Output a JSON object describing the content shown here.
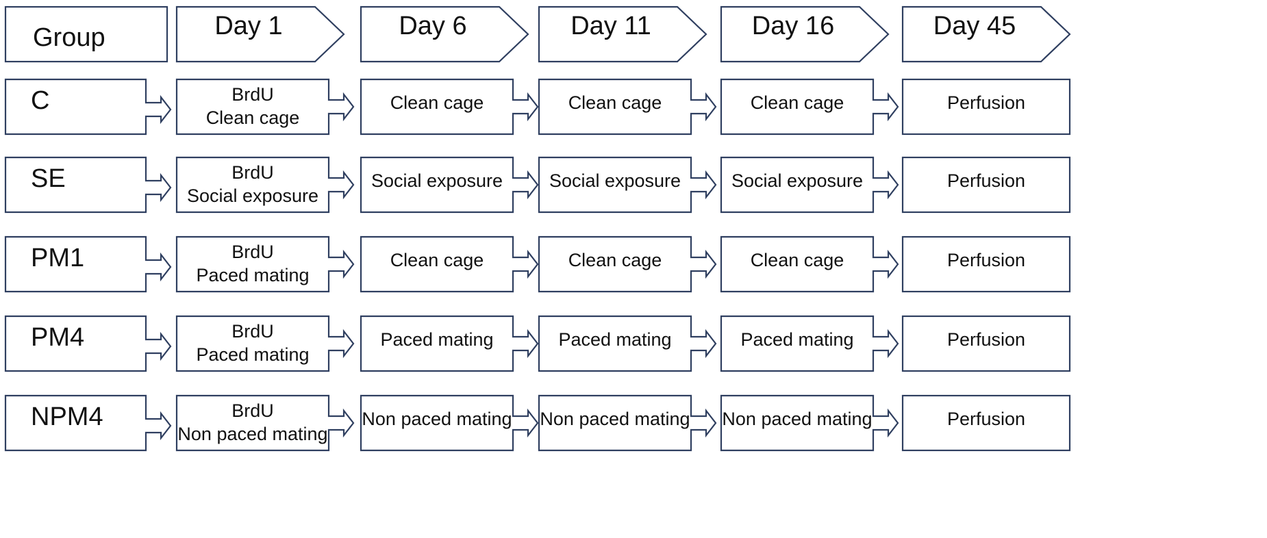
{
  "colors": {
    "outline": "#2f3f60",
    "text": "#111111",
    "background": "#ffffff"
  },
  "header": {
    "group_label": "Group",
    "days": [
      "Day 1",
      "Day 6",
      "Day 11",
      "Day 16",
      "Day 45"
    ]
  },
  "rows": [
    {
      "group": "C",
      "cells": [
        [
          "BrdU",
          "Clean cage"
        ],
        [
          "Clean cage"
        ],
        [
          "Clean cage"
        ],
        [
          "Clean cage"
        ],
        [
          "Perfusion"
        ]
      ]
    },
    {
      "group": "SE",
      "cells": [
        [
          "BrdU",
          "Social exposure"
        ],
        [
          "Social exposure"
        ],
        [
          "Social exposure"
        ],
        [
          "Social exposure"
        ],
        [
          "Perfusion"
        ]
      ]
    },
    {
      "group": "PM1",
      "cells": [
        [
          "BrdU",
          "Paced mating"
        ],
        [
          "Clean cage"
        ],
        [
          "Clean cage"
        ],
        [
          "Clean cage"
        ],
        [
          "Perfusion"
        ]
      ]
    },
    {
      "group": "PM4",
      "cells": [
        [
          "BrdU",
          "Paced mating"
        ],
        [
          "Paced mating"
        ],
        [
          "Paced mating"
        ],
        [
          "Paced mating"
        ],
        [
          "Perfusion"
        ]
      ]
    },
    {
      "group": "NPM4",
      "cells": [
        [
          "BrdU",
          "Non paced mating"
        ],
        [
          "Non paced mating"
        ],
        [
          "Non paced mating"
        ],
        [
          "Non paced mating"
        ],
        [
          "Perfusion"
        ]
      ]
    }
  ]
}
